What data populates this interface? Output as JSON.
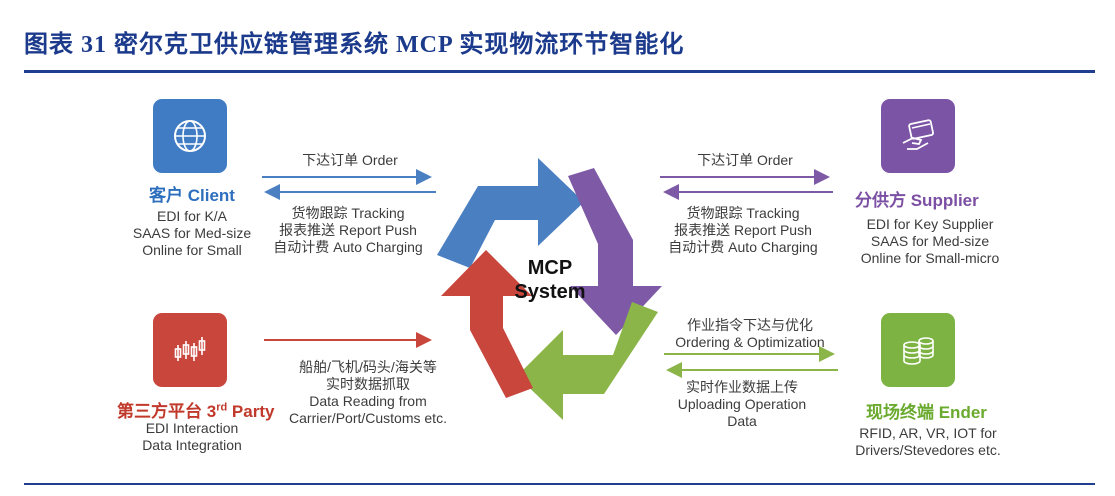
{
  "title": "图表 31    密尔克卫供应链管理系统 MCP 实现物流环节智能化",
  "center": {
    "line1": "MCP",
    "line2": "System"
  },
  "client": {
    "name": "客户 Client",
    "lines": [
      "EDI for K/A",
      "SAAS for Med-size",
      "Online for Small"
    ],
    "color": "#2e6fbd",
    "icon": "globe-grid-icon"
  },
  "supplier": {
    "name": "分供方 Supplier",
    "lines": [
      "EDI for Key Supplier",
      "SAAS for Med-size",
      "Online for Small-micro"
    ],
    "color": "#7b4fa3",
    "icon": "card-hand-icon"
  },
  "third_party": {
    "name_main": "第三方平台 3",
    "name_sup": "rd",
    "name_tail": " Party",
    "lines": [
      "EDI Interaction",
      "Data Integration"
    ],
    "color": "#c0392b",
    "icon": "candlestick-icon"
  },
  "ender": {
    "name": "现场终端 Ender",
    "lines": [
      "RFID, AR, VR, IOT for",
      "Drivers/Stevedores etc."
    ],
    "color": "#6aaa2e",
    "icon": "coin-stack-icon"
  },
  "flows": {
    "client_out": "下达订单 Order",
    "client_in": [
      "货物跟踪 Tracking",
      "报表推送 Report Push",
      "自动计费 Auto Charging"
    ],
    "supplier_out": "下达订单 Order",
    "supplier_in": [
      "货物跟踪 Tracking",
      "报表推送 Report Push",
      "自动计费 Auto Charging"
    ],
    "third_in": [
      "船舶/飞机/码头/海关等",
      "实时数据抓取",
      "Data Reading from",
      "Carrier/Port/Customs etc."
    ],
    "ender_out": [
      "作业指令下达与优化",
      "Ordering & Optimization"
    ],
    "ender_in": [
      "实时作业数据上传",
      "Uploading Operation",
      "Data"
    ]
  },
  "colors": {
    "title": "#1b3a8c",
    "blue": "#4a7fc1",
    "purple": "#7e5aa6",
    "red": "#c9463d",
    "green": "#8bb548"
  }
}
